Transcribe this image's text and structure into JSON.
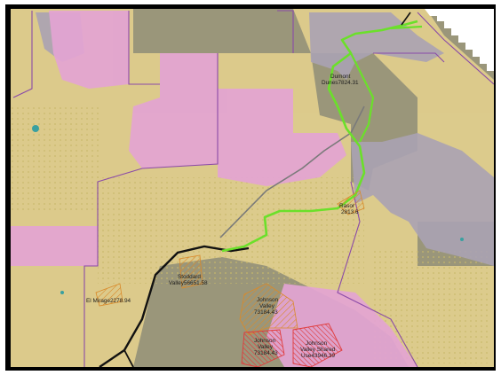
{
  "map": {
    "colors": {
      "frame": "#000000",
      "terrain": "#9c9878",
      "blm_yellow": "#e6d28c",
      "wilderness_pink": "#e3a6d2",
      "military_gray": "#b0a8b4",
      "boundary_purple": "#8a4aa8",
      "route_green": "#6be02a",
      "route_black": "#111111",
      "route_gray": "#7a7a7a",
      "orange_hatch": "#d98a2a",
      "red_hatch": "#e03a3a"
    },
    "labels": [
      {
        "id": "dumont",
        "lines": [
          "Dumont",
          "Dunes7824.31"
        ]
      },
      {
        "id": "rasor",
        "lines": [
          "Rasor",
          "2813.6"
        ]
      },
      {
        "id": "stoddard",
        "lines": [
          "Stoddard",
          "Valley56651.58"
        ]
      },
      {
        "id": "elmirage",
        "lines": [
          "El Mirage2278.94"
        ]
      },
      {
        "id": "johnson",
        "lines": [
          "Johnson",
          "Valley",
          "73184.43"
        ]
      },
      {
        "id": "johnson2",
        "lines": [
          "Johnson",
          "Valley",
          "73184.43"
        ]
      },
      {
        "id": "johnson-shared",
        "lines": [
          "Johnson",
          "Valley Shared",
          "Use43946.39"
        ]
      }
    ]
  }
}
